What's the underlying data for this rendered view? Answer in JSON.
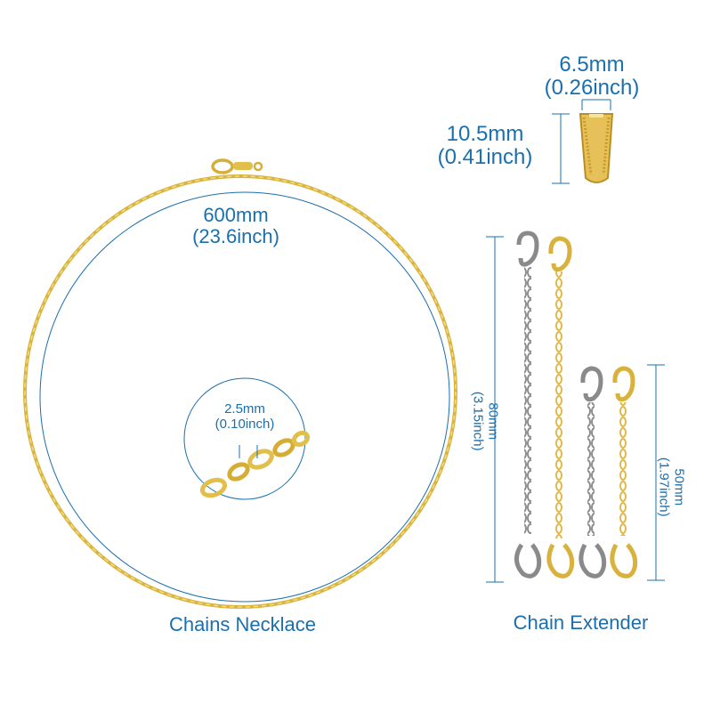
{
  "necklace": {
    "length_mm": "600mm",
    "length_inch": "(23.6inch)",
    "link_mm": "2.5mm",
    "link_inch": "(0.10inch)",
    "caption": "Chains Necklace"
  },
  "bail": {
    "width_mm": "6.5mm",
    "width_inch": "(0.26inch)",
    "height_mm": "10.5mm",
    "height_inch": "(0.41inch)"
  },
  "extender": {
    "long_mm": "80mm",
    "long_inch": "(3.15inch)",
    "short_mm": "50mm",
    "short_inch": "(1.97inch)",
    "caption": "Chain Extender"
  },
  "colors": {
    "measure": "#1a6fae",
    "gold": "#e2be4a",
    "silver": "#8a8a8a"
  }
}
